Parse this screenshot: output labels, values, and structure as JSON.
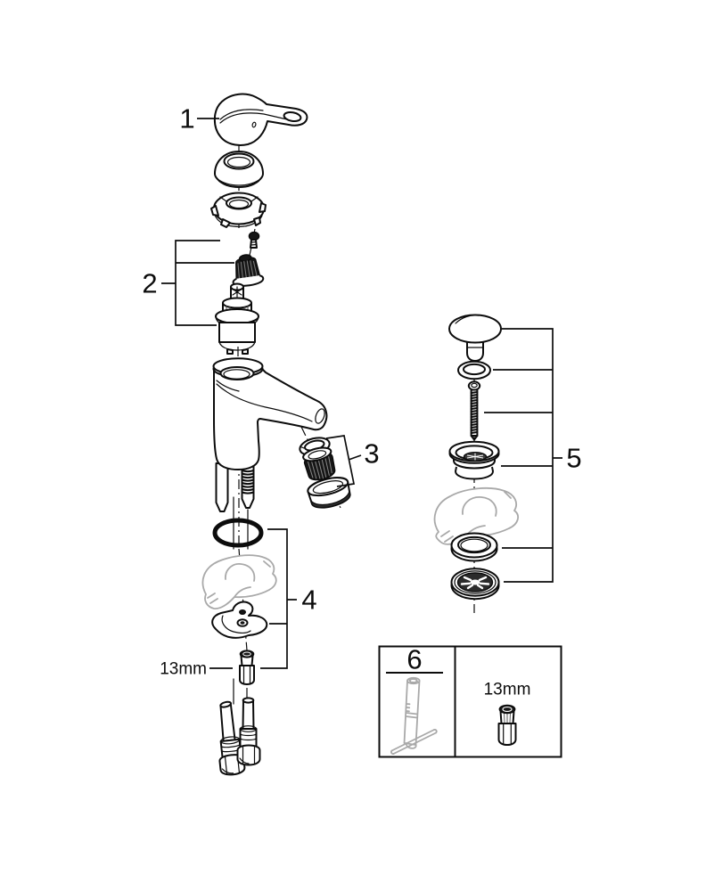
{
  "figure": {
    "type": "exploded-parts-diagram",
    "subject": "single-lever basin mixer tap with pop-up waste and mounting set",
    "colors": {
      "background": "#ffffff",
      "line": "#0c0c0c",
      "soft_gray": "#a9a9a9"
    },
    "callouts": [
      {
        "number": "1",
        "part": "lever-handle"
      },
      {
        "number": "2",
        "part": "cartridge-assembly"
      },
      {
        "number": "3",
        "part": "aerator-assembly"
      },
      {
        "number": "4",
        "part": "mounting-set"
      },
      {
        "number": "5",
        "part": "pop-up-waste-set"
      },
      {
        "number": "6",
        "part": "installation-tool-box"
      }
    ],
    "dimensions": {
      "mounting_nut_wrench_size": "13mm",
      "box_nut_wrench_size": "13mm"
    }
  }
}
